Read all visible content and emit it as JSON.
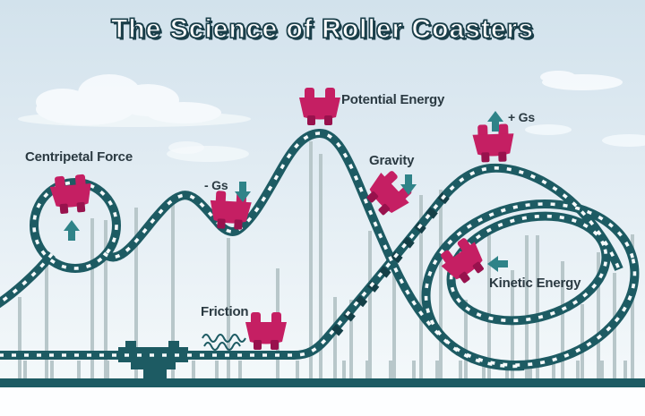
{
  "title": "The Science of Roller Coasters",
  "labels": {
    "centripetal_force": "Centripetal Force",
    "minus_gs": "- Gs",
    "potential_energy": "Potential Energy",
    "gravity": "Gravity",
    "plus_gs": "+ Gs",
    "kinetic_energy": "Kinetic Energy",
    "friction": "Friction"
  },
  "icons": {
    "centripetal_arrow": "up-arrow-icon",
    "minus_gs_arrow": "down-arrow-icon",
    "gravity_arrow": "down-arrow-icon",
    "plus_gs_arrow": "up-arrow-icon",
    "kinetic_arrow": "left-arrow-icon",
    "friction_marks": "wavy-friction-lines-icon"
  },
  "colors": {
    "track": "#1d5b63",
    "car": "#c51f63",
    "carDark": "#98124d",
    "arrow": "#2f8388",
    "ink": "#2b3a42",
    "pole": "#b8c7ca",
    "sky": "#d2e2ec",
    "ground": "#1d5b63",
    "cloud": "#f9fcfe"
  }
}
